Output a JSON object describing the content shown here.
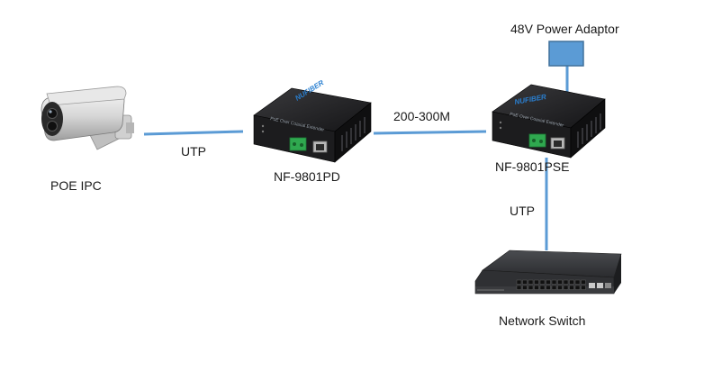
{
  "diagram": {
    "nodes": {
      "camera": {
        "label": "POE IPC",
        "icon": "ip-camera-icon"
      },
      "pd": {
        "label": "NF-9801PD",
        "icon": "poe-extender-icon",
        "brand": "NUFIBER",
        "caption": "PoE Over Coaxial Extender"
      },
      "pse": {
        "label": "NF-9801PSE",
        "icon": "poe-extender-icon",
        "brand": "NUFIBER",
        "caption": "PoE Over Coaxial Extender"
      },
      "adaptor": {
        "label": "48V Power Adaptor"
      },
      "switch": {
        "label": "Network Switch",
        "icon": "network-switch-icon"
      }
    },
    "links": {
      "camera_pd": {
        "label": "UTP"
      },
      "pd_pse": {
        "label": "200-300M"
      },
      "pse_switch": {
        "label": "UTP"
      }
    },
    "colors": {
      "link": "#5b9bd5",
      "adaptor_fill": "#5b9bd5",
      "adaptor_stroke": "#41719c",
      "device_body": "#1c1c1e",
      "terminal": "#2fa84f"
    }
  }
}
